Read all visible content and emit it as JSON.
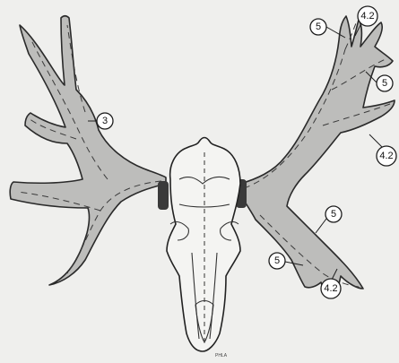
{
  "callouts": {
    "left_main": "3",
    "top_a": "5",
    "top_b": "4.2",
    "right_upper": "5",
    "right_tip": "4.2",
    "right_lower": "5",
    "bottom_left": "5",
    "bottom_right": "4.2"
  },
  "colors": {
    "antler_fill": "#bdbdbb",
    "outline": "#222222",
    "skull_fill": "#f4f4f2",
    "background": "#efefed"
  },
  "artist_mark": "PHLA"
}
